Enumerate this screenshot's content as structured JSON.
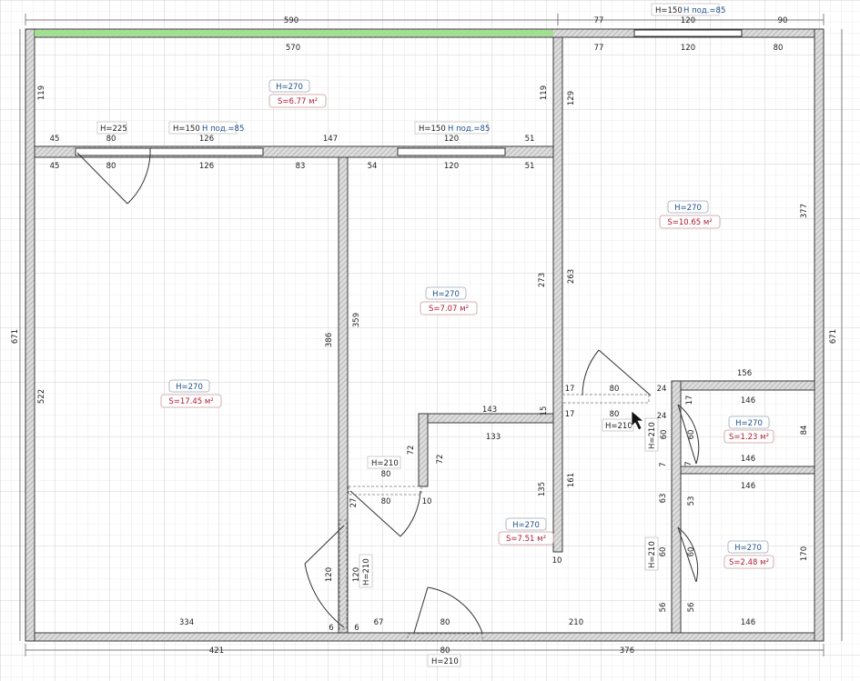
{
  "colors": {
    "grid_minor": "#e6e6e6",
    "grid_major": "#cfcfcf",
    "wall_fill": "#dcdcdc",
    "wall_stroke": "#3a3a3a",
    "height_tag": "#1f4f8a",
    "area_tag": "#b0182e",
    "window_highlight": "#9be08a"
  },
  "icons": [
    "mouse-cursor-icon"
  ],
  "rooms": [
    {
      "id": "balcony",
      "height": "H=270",
      "area": "S=6.77 м²"
    },
    {
      "id": "room-large",
      "height": "H=270",
      "area": "S=17.45 м²"
    },
    {
      "id": "room-middle",
      "height": "H=270",
      "area": "S=7.07 м²"
    },
    {
      "id": "kitchen",
      "height": "H=270",
      "area": "S=10.65 м²"
    },
    {
      "id": "hallway",
      "height": "H=270",
      "area": "S=7.51 м²"
    },
    {
      "id": "toilet",
      "height": "H=270",
      "area": "S=1.23 м²"
    },
    {
      "id": "bathroom",
      "height": "H=270",
      "area": "S=2.48 м²"
    }
  ],
  "window_tags": [
    {
      "id": "kitchen-window",
      "height": "H=150",
      "sill": "H под.=85"
    },
    {
      "id": "room-window",
      "height": "H=150",
      "sill": "H под.=85"
    },
    {
      "id": "middle-window",
      "height": "H=150",
      "sill": "H под.=85"
    }
  ],
  "door_tags": {
    "balcony_door": "H=225",
    "middle_door": "H=210",
    "kitchen_door": "H=210",
    "toilet_door": "H=210",
    "bathroom_door": "H=210",
    "room_door": "H=210",
    "entrance_door": "H=210"
  },
  "dims": {
    "top_outer_590": "590",
    "top_outer_77": "77",
    "top_outer_120": "120",
    "top_outer_90": "90",
    "bal_570": "570",
    "bal_119_l": "119",
    "bal_119_r": "119",
    "bw_45": "45",
    "bw_80": "80",
    "bw_126": "126",
    "bw_147": "147",
    "bw_120": "120",
    "bw_51": "51",
    "rt_45": "45",
    "rt_80": "80",
    "rt_126": "126",
    "rt_83": "83",
    "mt_54": "54",
    "mt_120": "120",
    "mt_51": "51",
    "k_77": "77",
    "k_120": "120",
    "k_80": "80",
    "k_129": "129",
    "k_377": "377",
    "k_263": "263",
    "left_671": "671",
    "right_671": "671",
    "r_522": "522",
    "r_386": "386",
    "m_359": "359",
    "m_273": "273",
    "m_143": "143",
    "m_15": "15",
    "m_72a": "72",
    "m_72b": "72",
    "m_80a": "80",
    "m_80b": "80",
    "m_10": "10",
    "m_27": "27",
    "h_133": "133",
    "h_135": "135",
    "h_161": "161",
    "h_10": "10",
    "h_120a": "120",
    "h_120b": "120",
    "h_67": "67",
    "h_80": "80",
    "h_210": "210",
    "h_6a": "6",
    "h_6b": "6",
    "b_334": "334",
    "b_421": "421",
    "b_376": "376",
    "b_80": "80",
    "k_17a": "17",
    "k_17b": "17",
    "k_80a": "80",
    "k_80b": "80",
    "k_24a": "24",
    "k_24b": "24",
    "k_156": "156",
    "t_17": "17",
    "t_146a": "146",
    "t_146b": "146",
    "t_84": "84",
    "t_60a": "60",
    "t_60b": "60",
    "t_7a": "7",
    "t_7b": "7",
    "ba_146a": "146",
    "ba_146b": "146",
    "ba_53": "53",
    "ba_63": "63",
    "ba_60a": "60",
    "ba_60b": "60",
    "ba_170": "170",
    "ba_56a": "56",
    "ba_56b": "56"
  }
}
